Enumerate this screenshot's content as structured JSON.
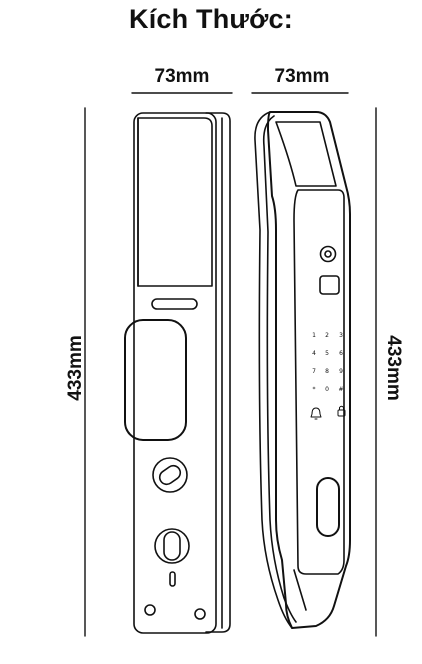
{
  "title": "Kích Thước:",
  "dimensions": {
    "front_width": "73mm",
    "side_width": "73mm",
    "front_height": "433mm",
    "side_height": "433mm"
  },
  "keypad": {
    "rows": [
      [
        "1",
        "2",
        "3"
      ],
      [
        "4",
        "5",
        "6"
      ],
      [
        "7",
        "8",
        "9"
      ],
      [
        "*",
        "0",
        "#"
      ]
    ],
    "icons": [
      "bell-icon",
      "lock-icon"
    ]
  }
}
